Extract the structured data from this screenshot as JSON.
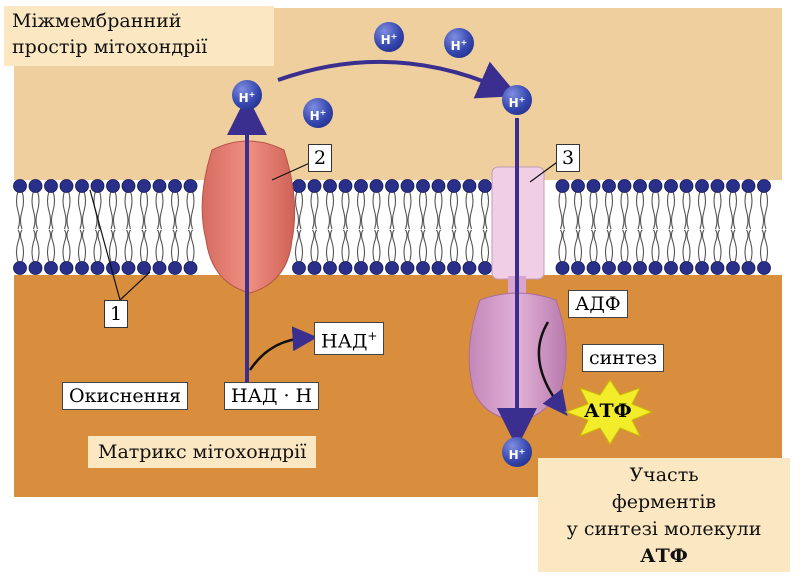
{
  "labels": {
    "intermembrane_line1": "Міжмембранний",
    "intermembrane_line2": "простір мітохондрії",
    "matrix": "Матрикс мітохондрії",
    "oxidation": "Окиснення",
    "nadh": "НАД · Н",
    "nad_plus_base": "НАД",
    "nad_plus_sup": "+",
    "adp": "АДФ",
    "synthesis": "синтез",
    "atp": "АТФ",
    "caption_line1": "Участь",
    "caption_line2": "ферментів",
    "caption_line3": "у синтезі молекули",
    "caption_line4": "АТФ",
    "num1": "1",
    "num2": "2",
    "num3": "3"
  },
  "ion": {
    "base": "H",
    "sup": "+"
  },
  "colors": {
    "intermembrane_space": "#efcf9e",
    "matrix": "#d98e3e",
    "membrane_head": "#2a2f8a",
    "protein_complex": "#e07a6e",
    "atp_synthase": "#cf99c4",
    "arrow": "#3a2f8e",
    "atp_star": "#f3ec2a"
  }
}
